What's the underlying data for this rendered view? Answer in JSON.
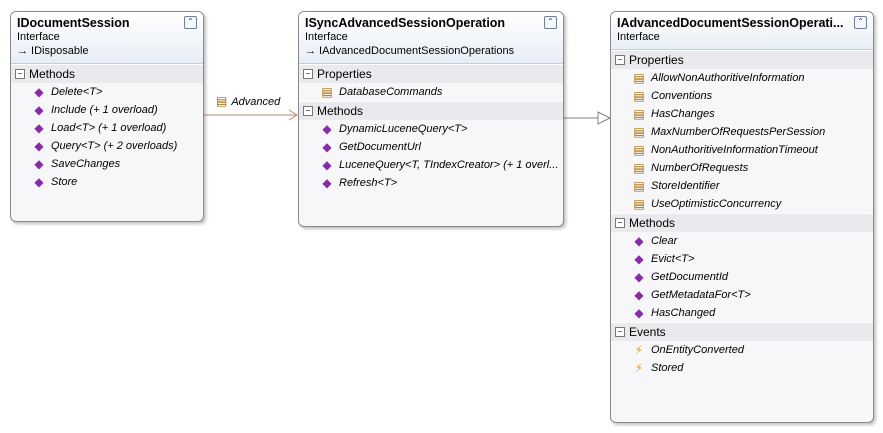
{
  "boxes": {
    "idoc": {
      "title": "IDocumentSession",
      "stereotype": "Interface",
      "inherits": "→ IDisposable",
      "methods_label": "Methods",
      "methods": [
        "Delete<T>",
        "Include (+ 1 overload)",
        "Load<T> (+ 1 overload)",
        "Query<T> (+ 2 overloads)",
        "SaveChanges",
        "Store"
      ]
    },
    "isync": {
      "title": "ISyncAdvancedSessionOperation",
      "stereotype": "Interface",
      "inherits": "→ IAdvancedDocumentSessionOperations",
      "properties_label": "Properties",
      "properties": [
        "DatabaseCommands"
      ],
      "methods_label": "Methods",
      "methods": [
        "DynamicLuceneQuery<T>",
        "GetDocumentUrl",
        "LuceneQuery<T, TIndexCreator> (+ 1 overl...",
        "Refresh<T>"
      ]
    },
    "iadv": {
      "title": "IAdvancedDocumentSessionOperati...",
      "stereotype": "Interface",
      "properties_label": "Properties",
      "properties": [
        "AllowNonAuthoritiveInformation",
        "Conventions",
        "HasChanges",
        "MaxNumberOfRequestsPerSession",
        "NonAuthoritiveInformationTimeout",
        "NumberOfRequests",
        "StoreIdentifier",
        "UseOptimisticConcurrency"
      ],
      "methods_label": "Methods",
      "methods": [
        "Clear",
        "Evict<T>",
        "GetDocumentId",
        "GetMetadataFor<T>",
        "HasChanged"
      ],
      "events_label": "Events",
      "events": [
        "OnEntityConverted",
        "Stored"
      ]
    }
  },
  "association": {
    "label": "Advanced"
  },
  "colors": {
    "header_gradient_bottom": "#e8eef6",
    "section_bg": "#e9e9ee",
    "connector": "#c08a6a",
    "inherit_line": "#808080"
  }
}
